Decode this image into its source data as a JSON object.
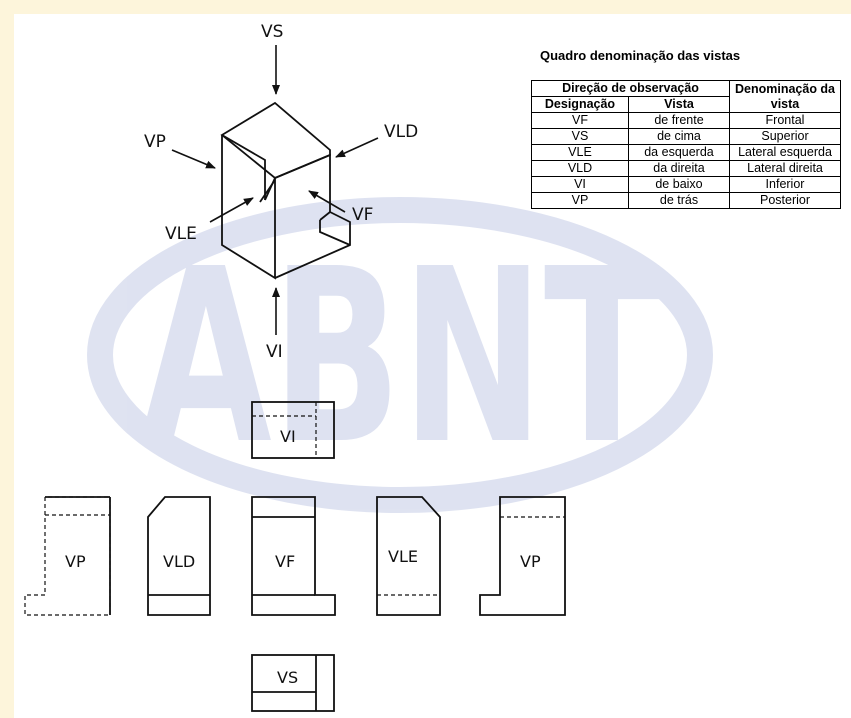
{
  "colors": {
    "page_background": "#fdf5db",
    "panel": "#ffffff",
    "logo": "#d6dcee",
    "ink": "#111111"
  },
  "logo": {
    "text": "ABNT"
  },
  "isometric": {
    "labels": {
      "vs": "VS",
      "vp": "VP",
      "vld": "VLD",
      "vf": "VF",
      "vle": "VLE",
      "vi": "VI"
    }
  },
  "views": {
    "vi": "VI",
    "vp_left": "VP",
    "vld": "VLD",
    "vf": "VF",
    "vle": "VLE",
    "vp_right": "VP",
    "vs": "VS"
  },
  "legend": {
    "title": "Quadro denominação das vistas",
    "header_group": "Direção de observação",
    "header_name": "Denominação da vista",
    "col_designation": "Designação",
    "col_view": "Vista",
    "rows": [
      {
        "designation": "VF",
        "view": "de frente",
        "name": "Frontal"
      },
      {
        "designation": "VS",
        "view": "de cima",
        "name": "Superior"
      },
      {
        "designation": "VLE",
        "view": "da esquerda",
        "name": "Lateral esquerda"
      },
      {
        "designation": "VLD",
        "view": "da direita",
        "name": "Lateral direita"
      },
      {
        "designation": "VI",
        "view": "de baixo",
        "name": "Inferior"
      },
      {
        "designation": "VP",
        "view": "de trás",
        "name": "Posterior"
      }
    ]
  }
}
